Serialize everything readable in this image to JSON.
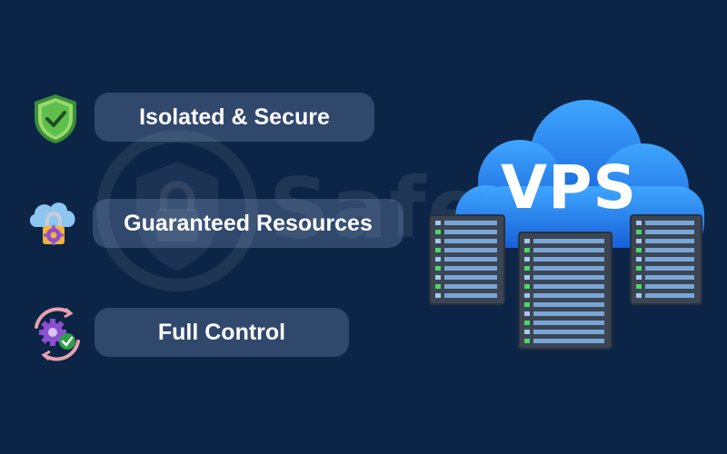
{
  "watermark": {
    "text": "Safelvo"
  },
  "features": [
    {
      "label": "Isolated & Secure",
      "icon": "shield-check-icon"
    },
    {
      "label": "Guaranteed Resources",
      "icon": "cloud-lock-icon"
    },
    {
      "label": "Full Control",
      "icon": "gears-sync-icon"
    }
  ],
  "illustration": {
    "label": "VPS",
    "icon": "cloud-server-icon"
  },
  "colors": {
    "background": "#0c2446",
    "pill": "#3f5a80",
    "cloud": "#1f8ef0",
    "server": "#3b4553",
    "server_slot": "#79a6d6",
    "shield": "#5fbf4c",
    "gear": "#8c4fd1"
  }
}
